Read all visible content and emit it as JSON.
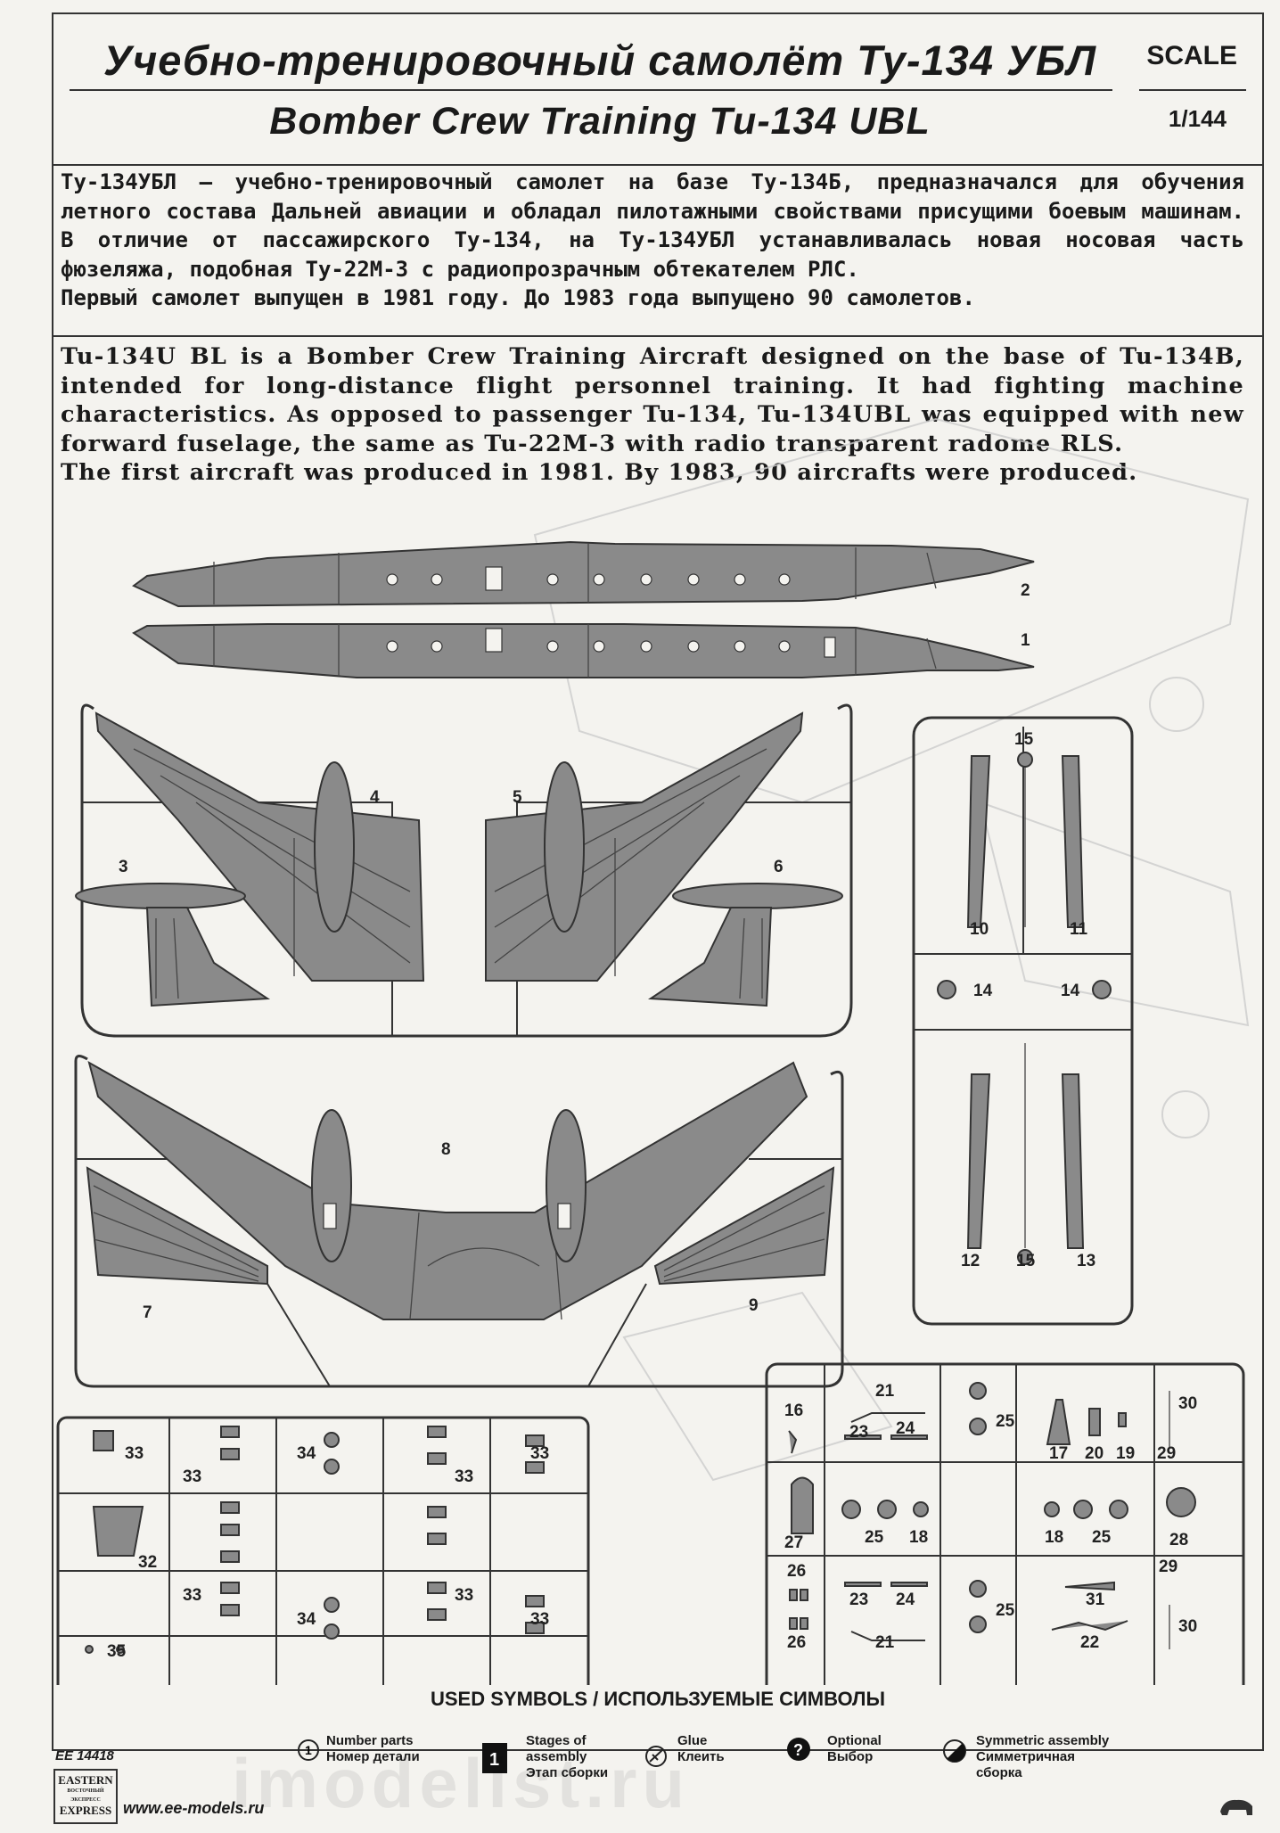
{
  "header": {
    "title_ru": "Учебно-тренировочный самолёт Ту-134 УБЛ",
    "title_en": "Bomber Crew Training Tu-134 UBL",
    "scale_label": "SCALE",
    "scale_value": "1/144"
  },
  "description_ru": [
    "Ту-134УБЛ – учебно-тренировочный самолет на базе Ту-134Б, предназначался для обучения летного состава Дальней авиации и обладал пилотажными свойствами присущими боевым машинам. В отличие от пассажирского Ту-134, на Ту-134УБЛ устанавливалась новая носовая часть фюзеляжа, подобная Ту-22М-3 с радиопрозрачным обтекателем РЛС.",
    "Первый самолет выпущен в 1981 году. До 1983 года выпущено 90 самолетов."
  ],
  "description_en": [
    "Tu-134U BL is a Bomber Crew Training Aircraft designed on the base of Tu-134B, intended for long-distance flight personnel training. It had fighting machine characteristics. As opposed to passenger Tu-134, Tu-134UBL was equipped with new forward fuselage, the same as Tu-22M-3 with radio transparent radome RLS.",
    "The first aircraft was produced in 1981. By 1983, 90 aircrafts were produced."
  ],
  "parts": {
    "fuselage_right": "2",
    "fuselage_left": "1",
    "engine_left": "4",
    "engine_right": "5",
    "fin_left": "3",
    "fin_right": "6",
    "wing_center": "8",
    "flap_left": "7",
    "flap_right": "9",
    "gear_10": "10",
    "gear_11": "11",
    "gear_12": "12",
    "gear_13": "13",
    "wheel_14": "14",
    "strut_15": "15",
    "p16": "16",
    "p17": "17",
    "p18": "18",
    "p19": "19",
    "p20": "20",
    "p21": "21",
    "p22": "22",
    "p23": "23",
    "p24": "24",
    "p25": "25",
    "p26": "26",
    "p27": "27",
    "p28": "28",
    "p29": "29",
    "p30": "30",
    "p31": "31",
    "p32": "32",
    "p33": "33",
    "p34": "34",
    "p35": "35"
  },
  "symbols": {
    "title": "USED  SYMBOLS / ИСПОЛЬЗУЕМЫЕ СИМВОЛЫ",
    "number_parts_en": "Number parts",
    "number_parts_ru": "Номер детали",
    "number_icon_value": "1",
    "stages_en": "Stages of assembly",
    "stages_ru": "Этап сборки",
    "stage_icon_value": "1",
    "glue_en": "Glue",
    "glue_ru": "Клеить",
    "optional_en": "Optional",
    "optional_ru": "Выбор",
    "optional_icon_value": "?",
    "symmetric_en": "Symmetric assembly",
    "symmetric_ru": "Симметричная сборка"
  },
  "footer": {
    "code": "EE 14418",
    "logo_top": "EASTERN",
    "logo_mid": "ВОСТОЧНЫЙ ЭКСПРЕСС",
    "logo_bottom": "EXPRESS",
    "url": "www.ee-models.ru"
  },
  "colors": {
    "part_fill": "#8a8a8a",
    "outline": "#333333",
    "paper": "#f4f3ef"
  }
}
